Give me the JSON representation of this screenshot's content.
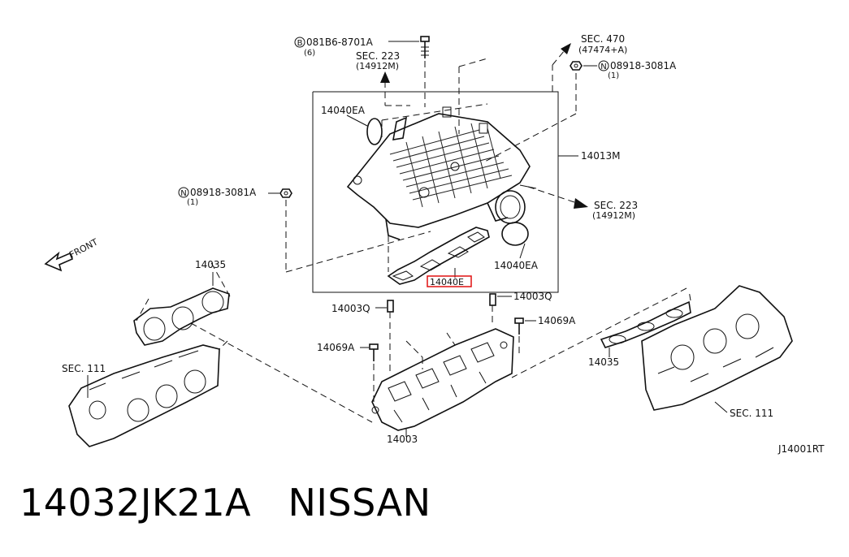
{
  "labels": {
    "bolt_top": "081B6-8701A",
    "bolt_top_qty": "(6)",
    "bolt_prefix": "B",
    "sec223_top": "SEC. 223",
    "sec223_top_ref": "(14912M)",
    "sec470": "SEC. 470",
    "sec470_ref": "(47474+A)",
    "nut_right": "08918-3081A",
    "nut_right_qty": "(1)",
    "nut_prefix": "N",
    "gasket_ea_top": "14040EA",
    "manifold_upper": "14013M",
    "nut_left": "08918-3081A",
    "nut_left_qty": "(1)",
    "sec223_right": "SEC. 223",
    "sec223_right_ref": "(14912M)",
    "gasket_ea_right": "14040EA",
    "gasket_e": "14040E",
    "front": "FRONT",
    "gasket_left": "14035",
    "stud_left": "14003Q",
    "stud_right": "14003Q",
    "bolt_left": "14069A",
    "bolt_right": "14069A",
    "gasket_right": "14035",
    "sec111_left": "SEC. 111",
    "sec111_right": "SEC. 111",
    "manifold_lower": "14003",
    "diagram_id": "J14001RT"
  },
  "footer": {
    "part_number": "14032JK21A",
    "brand": "NISSAN"
  },
  "colors": {
    "highlight": "#e01010"
  }
}
